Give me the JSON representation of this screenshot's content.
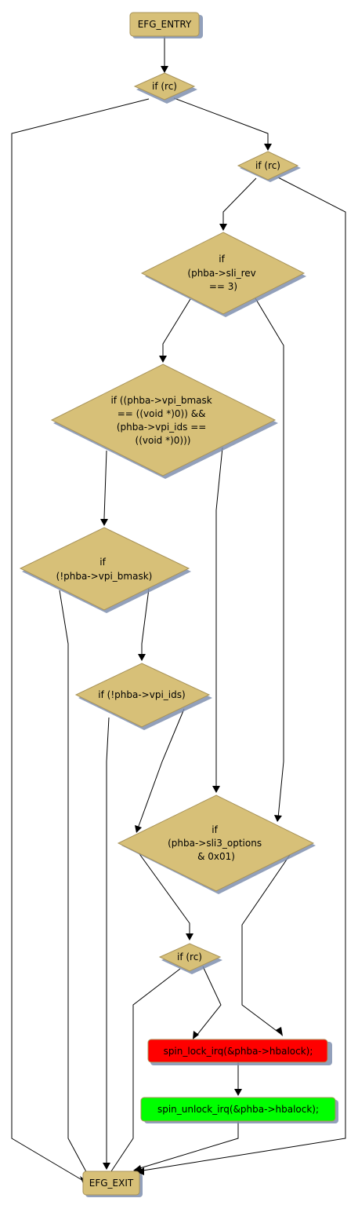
{
  "colors": {
    "node_fill": "#D7C078",
    "node_stroke": "#A8935A",
    "shadow": "#7F8FAF",
    "lock_fill": "#FF0000",
    "unlock_fill": "#00FF00"
  },
  "nodes": {
    "entry": "EFG_ENTRY",
    "if_rc_1": "if (rc)",
    "if_rc_2": "if (rc)",
    "if_sli_rev": [
      "if",
      "(phba->sli_rev",
      "== 3)"
    ],
    "if_vpi_check": [
      "if ((phba->vpi_bmask",
      "== ((void *)0)) &&",
      "(phba->vpi_ids ==",
      "((void *)0)))"
    ],
    "if_not_vpi_bmask": [
      "if",
      "(!phba->vpi_bmask)"
    ],
    "if_not_vpi_ids": "if (!phba->vpi_ids)",
    "if_sli3_options": [
      "if",
      "(phba->sli3_options",
      "& 0x01)"
    ],
    "if_rc_3": "if (rc)",
    "spin_lock": "spin_lock_irq(&phba->hbalock);",
    "spin_unlock": "spin_unlock_irq(&phba->hbalock);",
    "exit": "EFG_EXIT"
  }
}
